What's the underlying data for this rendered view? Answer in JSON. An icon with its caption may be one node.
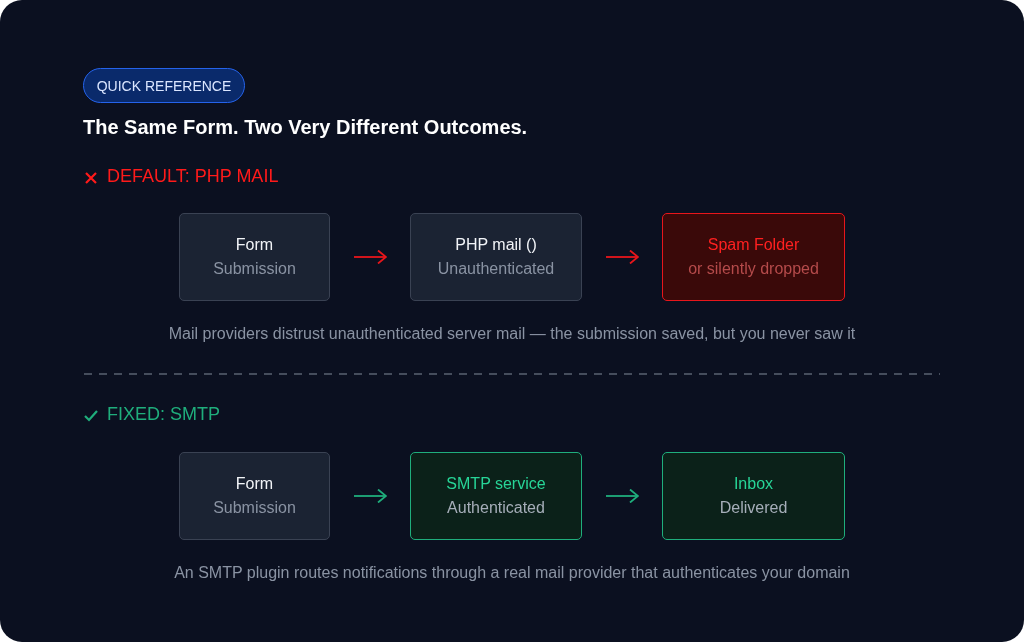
{
  "diagram": {
    "title": "The Same Form. Two Very Different Outcomes.",
    "nodes": [
      {
        "text": [
          "QUICK REFERENCE"
        ]
      },
      {
        "text": [
          "Form",
          "Submission"
        ]
      },
      {
        "text": [
          "PHP mail ()",
          "Unauthenticated"
        ]
      },
      {
        "text": [
          "Spam Folder",
          "or silently dropped"
        ]
      },
      {
        "text": [
          "Form",
          "Submission"
        ]
      },
      {
        "text": [
          "SMTP service",
          "Authenticated"
        ]
      },
      {
        "text": [
          "Inbox",
          "Delivered"
        ]
      }
    ],
    "edges": [
      {
        "from": 1,
        "to": 2,
        "arrow": "to",
        "color": "#e8161b"
      },
      {
        "from": 2,
        "to": 3,
        "arrow": "to",
        "color": "#e8161b"
      },
      {
        "from": 4,
        "to": 5,
        "arrow": "to",
        "color": "#1fae7c"
      },
      {
        "from": 5,
        "to": 6,
        "arrow": "to",
        "color": "#1fae7c"
      }
    ],
    "labels": [
      "DEFAULT: PHP MAIL",
      "Mail providers distrust unauthenticated server mail — the submission saved, but you never saw it",
      "FIXED: SMTP",
      "An SMTP plugin routes notifications through a real mail provider that authenticates your domain"
    ]
  }
}
